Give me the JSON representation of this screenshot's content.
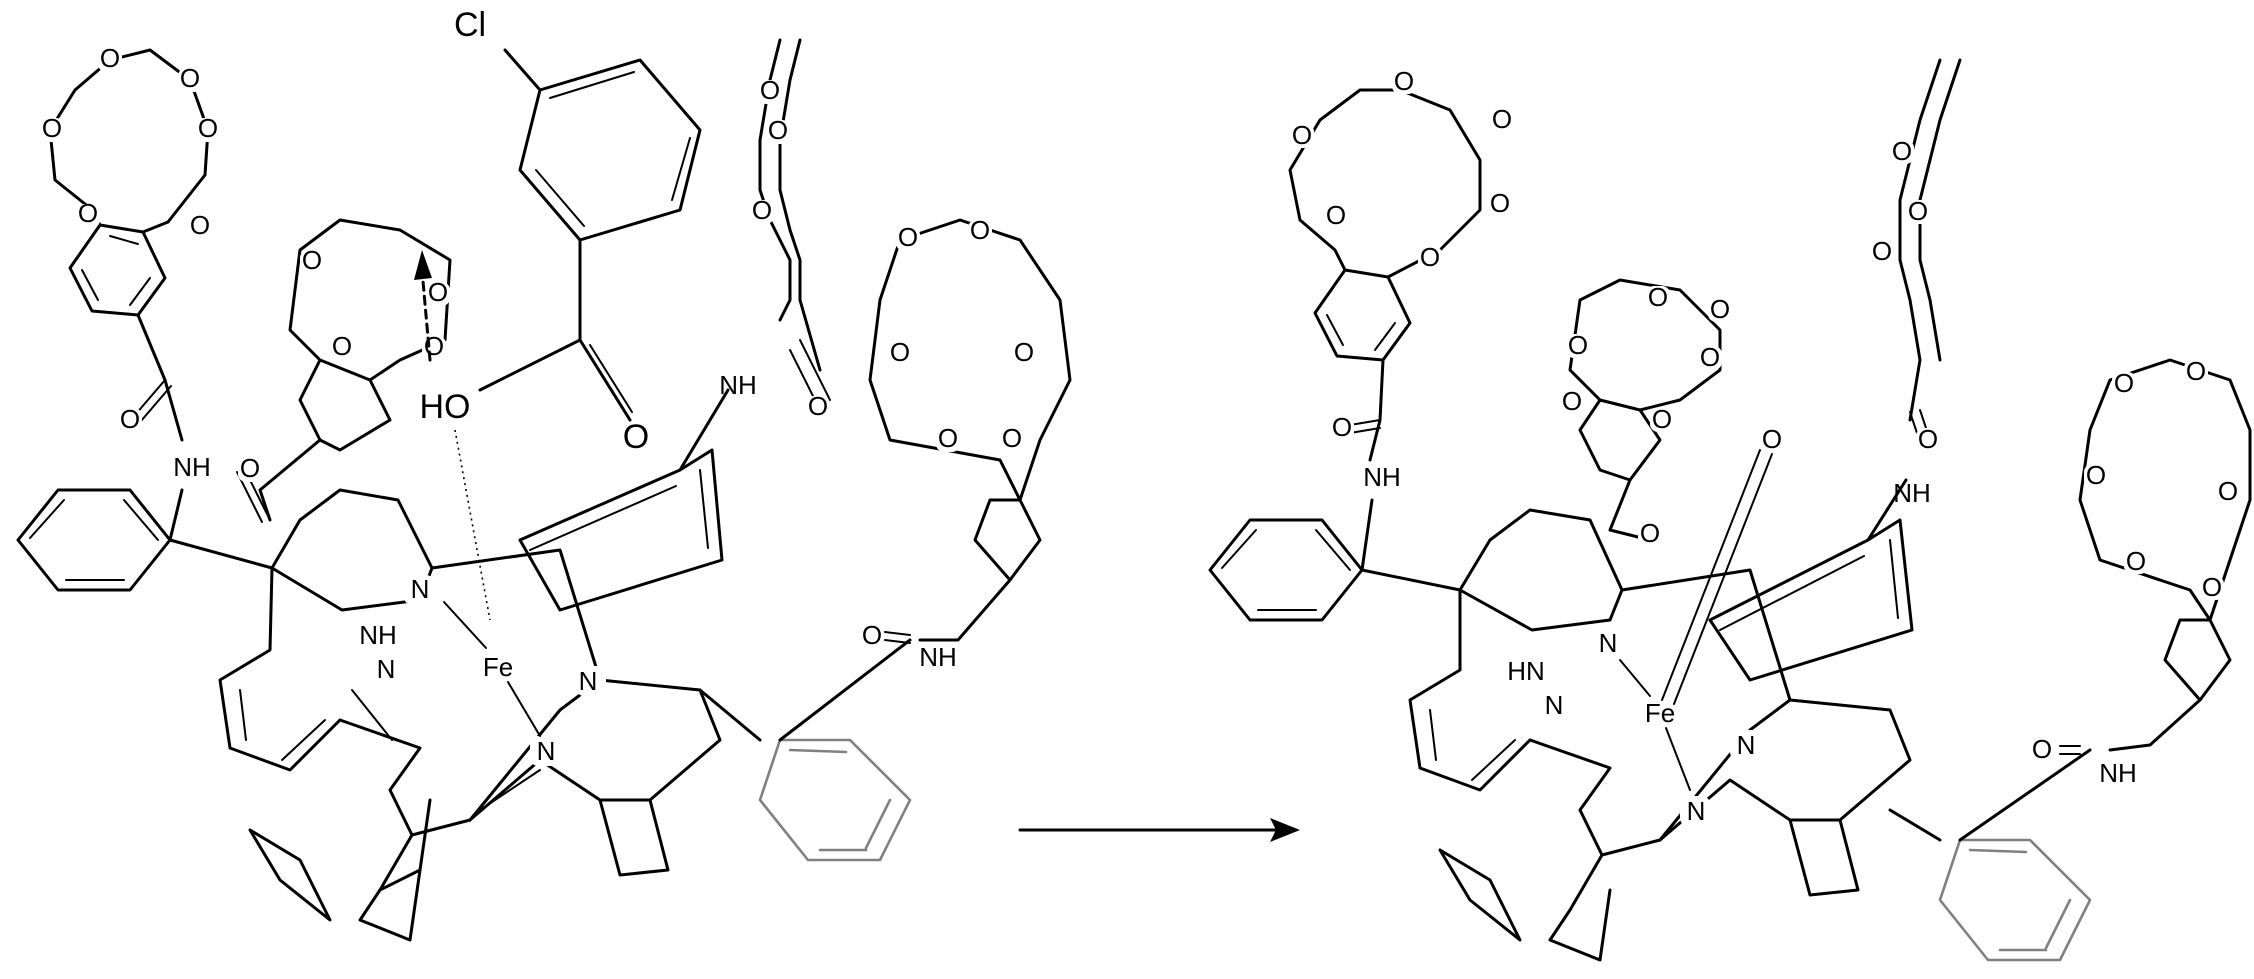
{
  "diagram": {
    "atoms": {
      "o": "O",
      "n": "N",
      "nh": "NH",
      "hn": "HN",
      "fe": "Fe",
      "cl": "Cl",
      "ho": "HO"
    },
    "arrow_icon": "reaction-arrow",
    "colors": {
      "bond": "#000000",
      "grey_ring": "#808080",
      "background": "#ffffff"
    }
  }
}
